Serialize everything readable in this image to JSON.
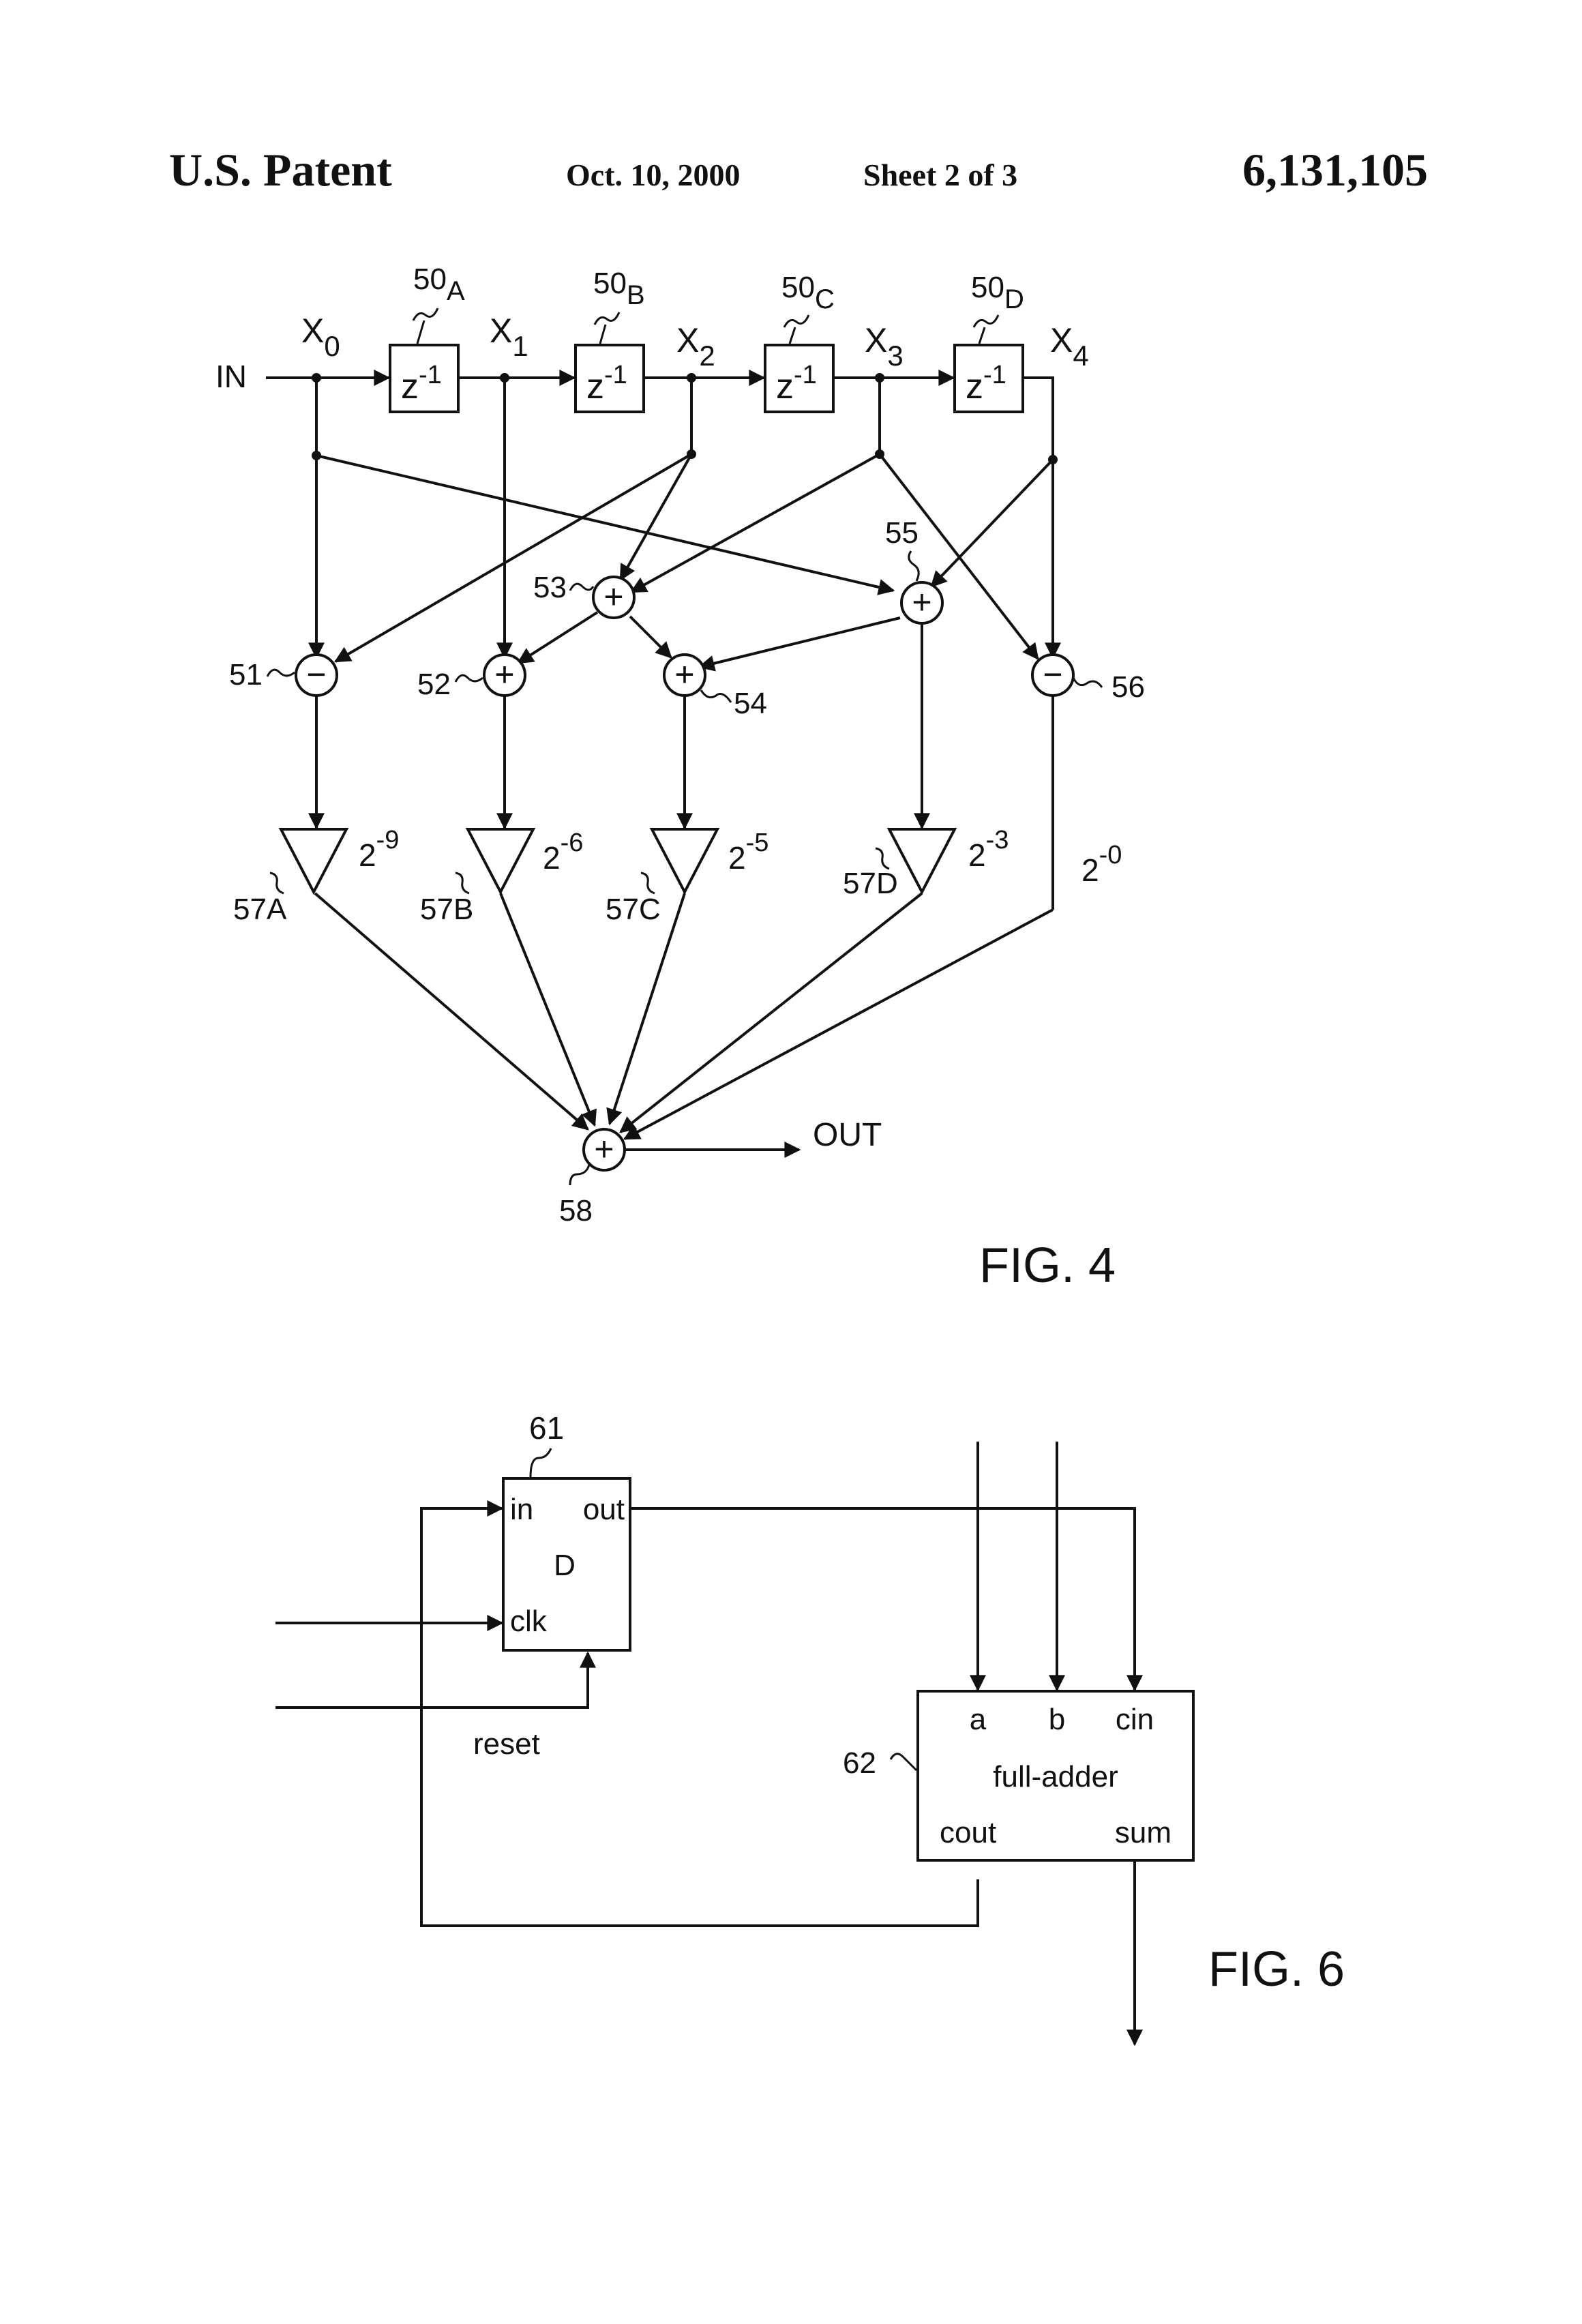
{
  "header": {
    "left": "U.S. Patent",
    "date": "Oct. 10, 2000",
    "sheet": "Sheet 2 of 3",
    "number": "6,131,105"
  },
  "fig4": {
    "caption": "FIG. 4",
    "input_label": "IN",
    "output_label": "OUT",
    "taps": [
      {
        "var": "X",
        "sub": "0"
      },
      {
        "var": "X",
        "sub": "1"
      },
      {
        "var": "X",
        "sub": "2"
      },
      {
        "var": "X",
        "sub": "3"
      },
      {
        "var": "X",
        "sub": "4"
      }
    ],
    "delays": [
      {
        "ref": "50",
        "sub": "A",
        "base": "z",
        "exp": "-1"
      },
      {
        "ref": "50",
        "sub": "B",
        "base": "z",
        "exp": "-1"
      },
      {
        "ref": "50",
        "sub": "C",
        "base": "z",
        "exp": "-1"
      },
      {
        "ref": "50",
        "sub": "D",
        "base": "z",
        "exp": "-1"
      }
    ],
    "nodes": {
      "n51": {
        "ref": "51",
        "op": "−"
      },
      "n52": {
        "ref": "52",
        "op": "+"
      },
      "n53": {
        "ref": "53",
        "op": "+"
      },
      "n54": {
        "ref": "54",
        "op": "+"
      },
      "n55": {
        "ref": "55",
        "op": "+"
      },
      "n56": {
        "ref": "56",
        "op": "−"
      },
      "n58": {
        "ref": "58",
        "op": "+"
      }
    },
    "gains": [
      {
        "ref": "57A",
        "base": "2",
        "exp": "-9"
      },
      {
        "ref": "57B",
        "base": "2",
        "exp": "-6"
      },
      {
        "ref": "57C",
        "base": "2",
        "exp": "-5"
      },
      {
        "ref": "57D",
        "base": "2",
        "exp": "-3"
      }
    ],
    "direct_gain": {
      "base": "2",
      "exp": "-0"
    }
  },
  "fig6": {
    "caption": "FIG. 6",
    "flipflop": {
      "ref": "61",
      "in": "in",
      "out": "out",
      "name": "D",
      "clk": "clk"
    },
    "reset_label": "reset",
    "adder": {
      "ref": "62",
      "a": "a",
      "b": "b",
      "cin": "cin",
      "name": "full-adder",
      "cout": "cout",
      "sum": "sum"
    }
  }
}
